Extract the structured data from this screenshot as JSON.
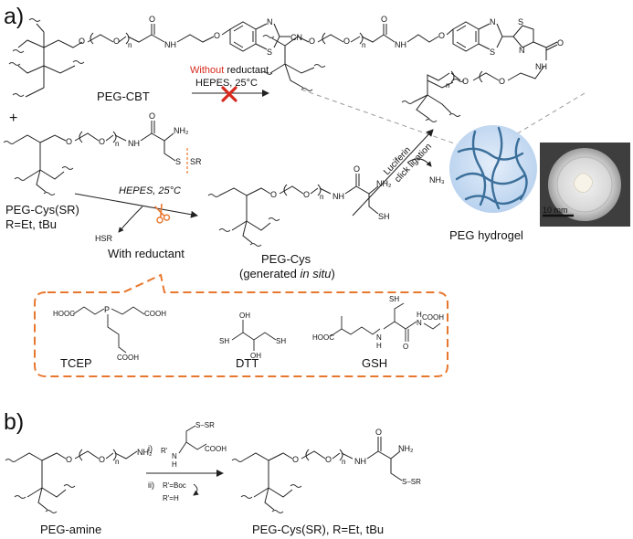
{
  "colors": {
    "reductant_red": "#d62a1e",
    "reductant_orange": "#e8772e",
    "hydrogel_fill": "#c8dcf2",
    "hydrogel_mesh": "#3b6f9a",
    "sr_blue": "#1f2f8a",
    "dashed_line": "#9a9a9a"
  },
  "icons": {
    "blocked": "red-x-cross-icon",
    "cleave": "scissors-icon",
    "photo": "hydrogel-photo"
  },
  "panel_a": {
    "label": "a)",
    "peg_cbt": {
      "label": "PEG-CBT",
      "n": "n",
      "O": "O",
      "NH": "NH",
      "N": "N",
      "S": "S",
      "CN": "CN"
    },
    "plus": "+",
    "no_reductant": {
      "prefix": "Without",
      "suffix": " reductant",
      "buffer": "HEPES, 25°C"
    },
    "peg_cys_sr": {
      "line1": "PEG-Cys(SR)",
      "line2": "R=Et, tBu",
      "NH2": "NH₂",
      "SR": "SR",
      "S": "S"
    },
    "with_reductant": {
      "buffer": "HEPES, 25°C",
      "byproduct": "HSR",
      "label": "With reductant"
    },
    "peg_cys": {
      "line1": "PEG-Cys",
      "line2_prefix": "(generated ",
      "line2_italic": "in situ",
      "line2_suffix": ")",
      "SH": "SH"
    },
    "ligation": {
      "line1": "Luciferin",
      "line2": "click ligation",
      "byproduct": "NH₃"
    },
    "hydrogel": {
      "label": "PEG hydrogel",
      "scale": "10 mm"
    },
    "reductants": {
      "tcep": {
        "name": "TCEP",
        "hooc": "HOOC",
        "cooh_right": "COOH",
        "cooh_bottom": "COOH",
        "P": "P"
      },
      "dtt": {
        "name": "DTT",
        "oh": "OH",
        "sh": "SH"
      },
      "gsh": {
        "name": "GSH",
        "hooc": "HOOC",
        "cooh": "COOH",
        "sh": "SH",
        "n": "N",
        "h": "H",
        "o": "O"
      }
    }
  },
  "panel_b": {
    "label": "b)",
    "step1": "i)",
    "step2": "ii)",
    "rprime": "R'",
    "r_boc": "R'=Boc",
    "r_h": "R'=H",
    "reagent": {
      "sr": "S–SR",
      "cooh": "COOH",
      "n": "N",
      "h": "H"
    },
    "peg_amine": {
      "label": "PEG-amine",
      "nh2": "NH₂"
    },
    "product": {
      "label": "PEG-Cys(SR), R=Et, tBu",
      "nh2": "NH₂",
      "sr": "S–SR"
    }
  }
}
